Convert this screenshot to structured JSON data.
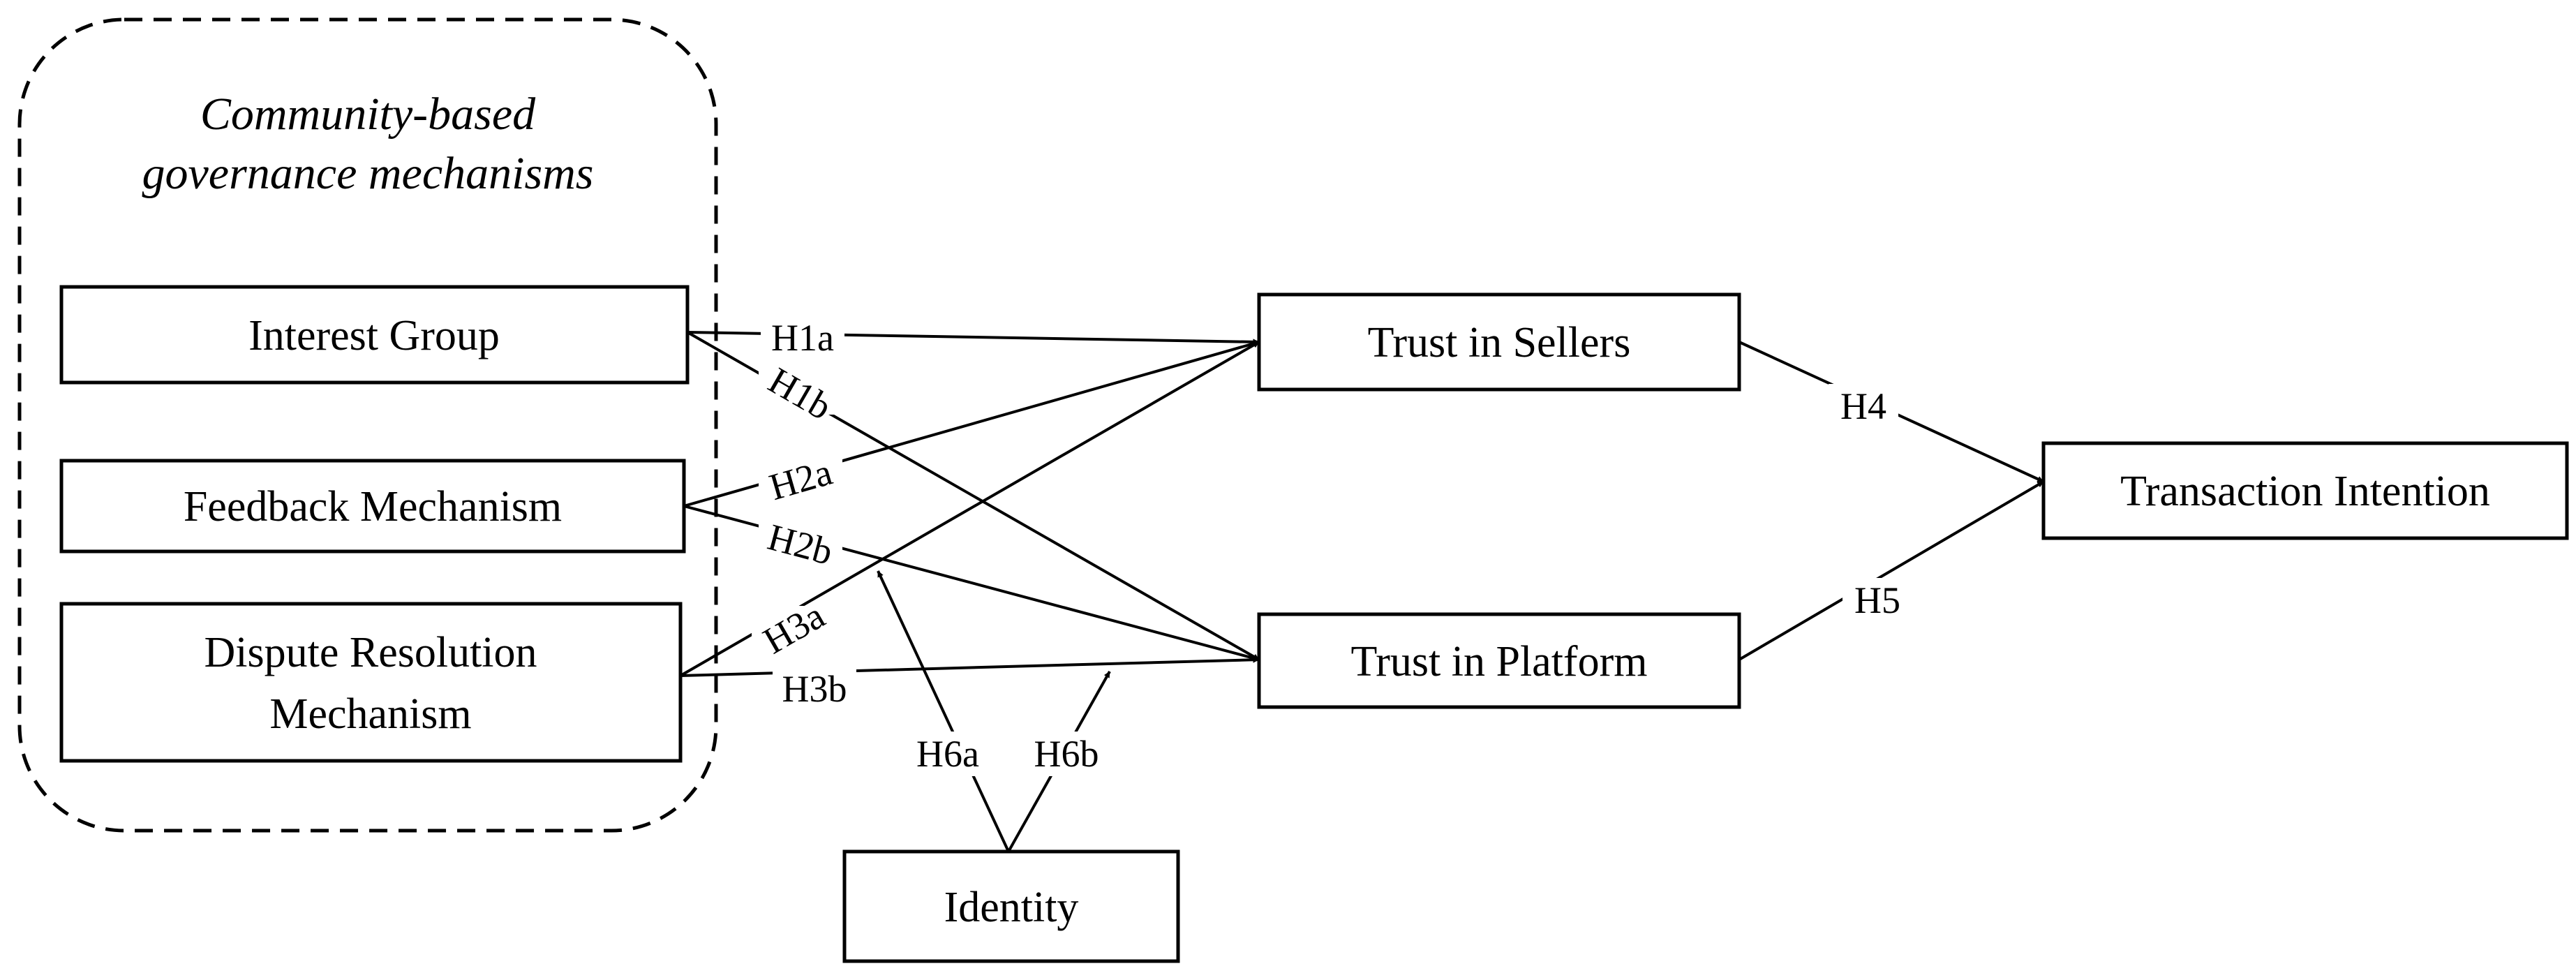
{
  "group": {
    "title_line1": "Community-based",
    "title_line2": "governance mechanisms"
  },
  "nodes": {
    "interest_group": "Interest Group",
    "feedback_mechanism": "Feedback Mechanism",
    "dispute_resolution_line1": "Dispute Resolution",
    "dispute_resolution_line2": "Mechanism",
    "trust_in_sellers": "Trust in Sellers",
    "trust_in_platform": "Trust in Platform",
    "transaction_intention": "Transaction Intention",
    "identity": "Identity"
  },
  "hypotheses": {
    "h1a": "H1a",
    "h1b": "H1b",
    "h2a": "H2a",
    "h2b": "H2b",
    "h3a": "H3a",
    "h3b": "H3b",
    "h4": "H4",
    "h5": "H5",
    "h6a": "H6a",
    "h6b": "H6b"
  }
}
